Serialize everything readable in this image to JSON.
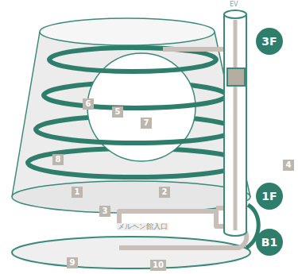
{
  "diagram": {
    "nodes": [
      {
        "text": [
          "3F"
        ]
      },
      {
        "text": [
          "1F"
        ]
      },
      {
        "text": [
          "B1"
        ]
      }
    ],
    "labels": [
      "EV",
      "6",
      "5",
      "7",
      "8",
      "1",
      "2",
      "3",
      "メルヘン館入口",
      "4",
      "9",
      "10"
    ]
  }
}
